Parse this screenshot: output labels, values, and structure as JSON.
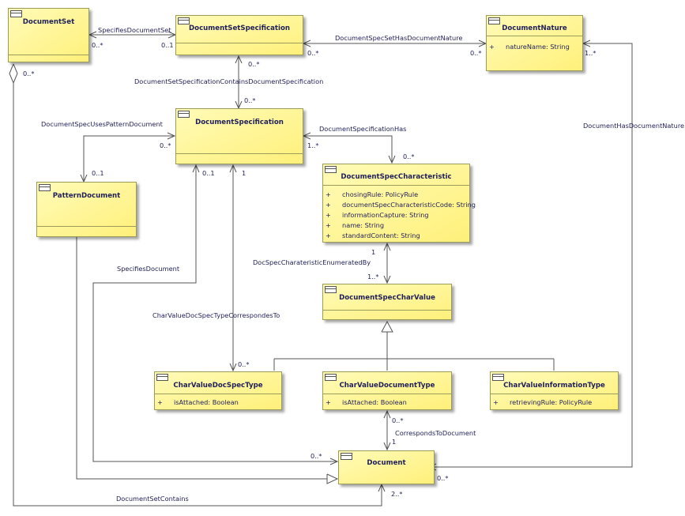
{
  "classes": {
    "document_set": {
      "name": "DocumentSet"
    },
    "document_set_specification": {
      "name": "DocumentSetSpecification"
    },
    "document_nature": {
      "name": "DocumentNature",
      "attributes": [
        {
          "vis": "+",
          "text": "natureName: String"
        }
      ]
    },
    "document_specification": {
      "name": "DocumentSpecification"
    },
    "pattern_document": {
      "name": "PatternDocument"
    },
    "document_spec_characteristic": {
      "name": "DocumentSpecCharacteristic",
      "attributes": [
        {
          "vis": "+",
          "text": "chosingRule: PolicyRule"
        },
        {
          "vis": "+",
          "text": "documentSpecCharacteristicCode: String"
        },
        {
          "vis": "+",
          "text": "informationCapture: String"
        },
        {
          "vis": "+",
          "text": "name: String"
        },
        {
          "vis": "+",
          "text": "standardContent: String"
        }
      ]
    },
    "document_spec_char_value": {
      "name": "DocumentSpecCharValue"
    },
    "char_value_doc_spec_type": {
      "name": "CharValueDocSpecType",
      "attributes": [
        {
          "vis": "+",
          "text": "isAttached: Boolean"
        }
      ]
    },
    "char_value_document_type": {
      "name": "CharValueDocumentType",
      "attributes": [
        {
          "vis": "+",
          "text": "isAttached: Boolean"
        }
      ]
    },
    "char_value_information_type": {
      "name": "CharValueInformationType",
      "attributes": [
        {
          "vis": "+",
          "text": "retrievingRule: PolicyRule"
        }
      ]
    },
    "document": {
      "name": "Document"
    }
  },
  "associations": {
    "specifies_document_set": "SpecifiesDocumentSet",
    "document_spec_set_has_document_nature": "DocumentSpecSetHasDocumentNature",
    "document_set_specification_contains_document_specification": "DocumentSetSpecificationContainsDocumentSpecification",
    "document_spec_uses_pattern_document": "DocumentSpecUsesPatternDocument",
    "document_specification_has": "DocumentSpecificationHas",
    "document_has_document_nature": "DocumentHasDocumentNature",
    "specifies_document": "SpecifiesDocument",
    "doc_spec_charateristic_enumerated_by": "DocSpecCharateristicEnumeratedBy",
    "char_value_doc_spec_type_correspondes_to": "CharValueDocSpecTypeCorrespondesTo",
    "corresponds_to_document": "CorrespondsToDocument",
    "document_set_contains": "DocumentSetContains"
  },
  "multiplicities": {
    "docset_specifies": "0..*",
    "dss_specifies": "0..1",
    "dss_nature": "0..*",
    "nature_dss": "0..*",
    "nature_document": "1..*",
    "docset_contains": "0..*",
    "dss_contains": "0..*",
    "ds_contained": "0..*",
    "ds_pattern": "0..*",
    "pattern_ds": "0..1",
    "ds_has": "1..*",
    "char_ds": "0..*",
    "ds_specifies_document": "0..1",
    "ds_correspondes": "1",
    "char_enumerated": "1",
    "charvalue_enumerated": "1..*",
    "cvdst_correspondes": "0..*",
    "cvdt_corresponds": "0..*",
    "document_corresponds": "1",
    "document_specified": "0..*",
    "document_nature": "0..*",
    "document_contained": "2..*"
  }
}
